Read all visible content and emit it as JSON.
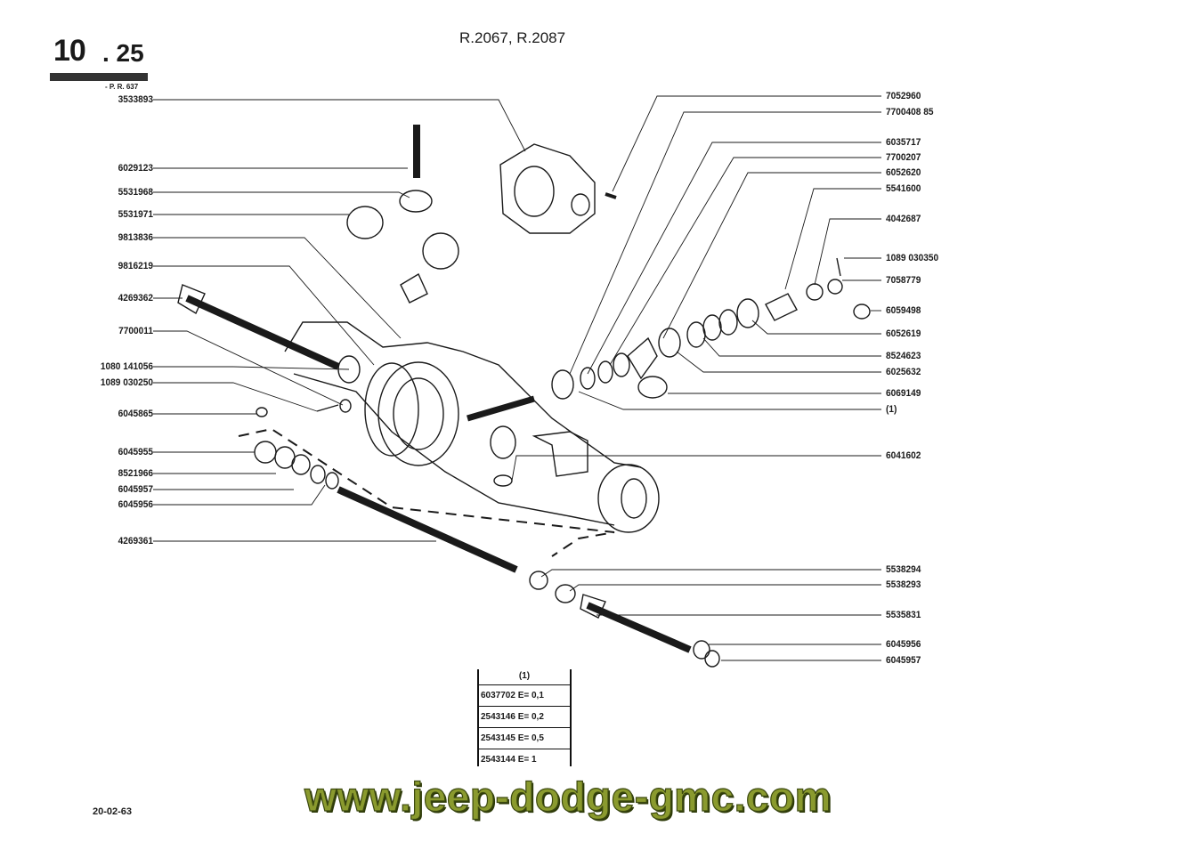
{
  "header": {
    "section_major": "10",
    "section_minor": ". 25",
    "section_ref": "- P. R. 637",
    "models": "R.2067, R.2087"
  },
  "parts_left": [
    "3533893",
    "6029123",
    "5531968",
    "5531971",
    "9813836",
    "9816219",
    "4269362",
    "7700011",
    "1080 141056",
    "1089 030250",
    "6045865",
    "6045955",
    "8521966",
    "6045957",
    "6045956",
    "4269361"
  ],
  "parts_right": [
    "7052960",
    "7700408 85",
    "6035717",
    "7700207",
    "6052620",
    "5541600",
    "4042687",
    "1089 030350",
    "7058779",
    "6059498",
    "6052619",
    "8524623",
    "6025632",
    "6069149",
    "(1)",
    "6041602",
    "5538294",
    "5538293",
    "5535831",
    "6045956",
    "6045957"
  ],
  "table": {
    "header": "(1)",
    "rows": [
      "6037702 E= 0,1",
      "2543146 E= 0,2",
      "2543145 E= 0,5",
      "2543144 E= 1"
    ]
  },
  "footer": {
    "date": "20-02-63",
    "watermark": "www.jeep-dodge-gmc.com"
  },
  "colors": {
    "ink": "#1a1a1a",
    "watermark": "#8a9a2e"
  }
}
